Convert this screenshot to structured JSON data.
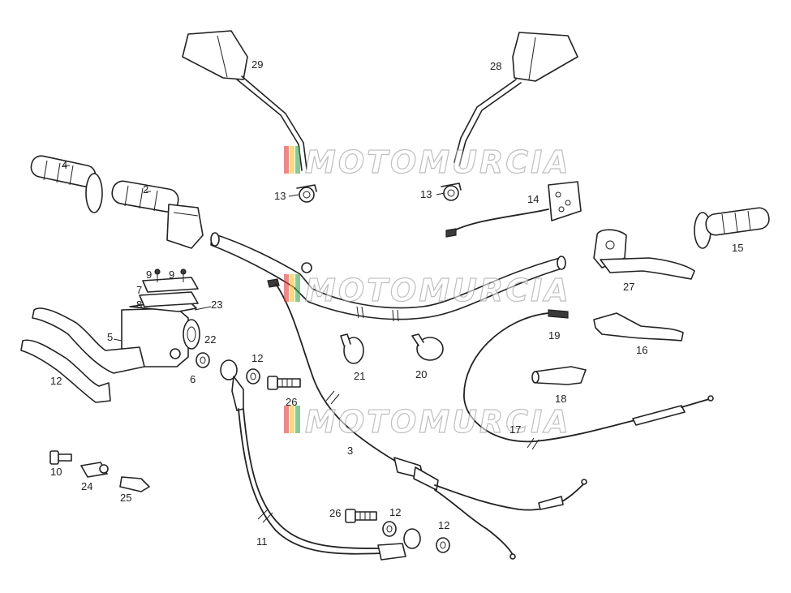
{
  "diagram": {
    "callouts": [
      "29",
      "28",
      "4",
      "2",
      "13",
      "13",
      "14",
      "9",
      "9",
      "7",
      "8",
      "23",
      "5",
      "22",
      "12",
      "6",
      "12",
      "26",
      "21",
      "20",
      "19",
      "16",
      "15",
      "27",
      "18",
      "17",
      "3",
      "10",
      "24",
      "25",
      "26",
      "12",
      "12",
      "11"
    ],
    "watermark": "MOTOMURCIA",
    "colors": {
      "line": "#222222",
      "watermark_flag": [
        "#e03b3b",
        "#f2c12e",
        "#35a852"
      ]
    }
  }
}
